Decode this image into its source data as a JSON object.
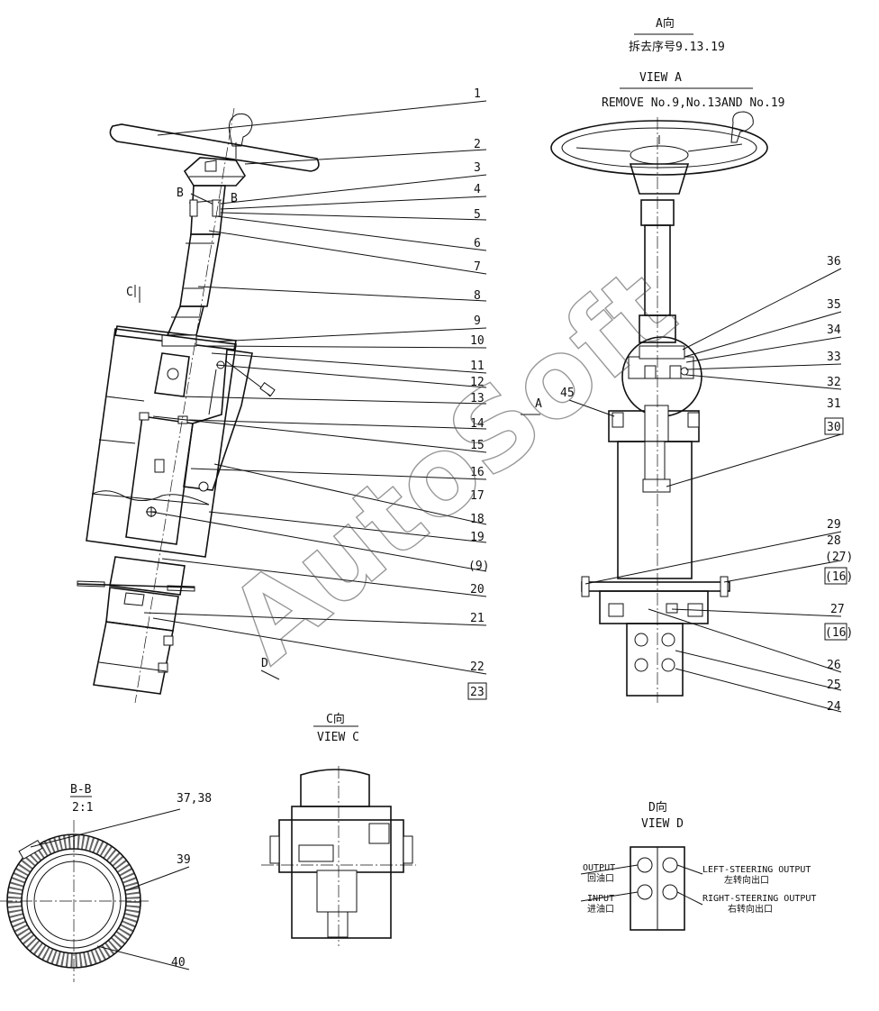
{
  "watermark": "AutoSoft",
  "view_a": {
    "title_cn": "A向",
    "note_cn": "拆去序号9.13.19",
    "title_en": "VIEW A",
    "note_en": "REMOVE No.9,No.13AND No.19",
    "arrow_label": "A"
  },
  "view_b": {
    "title": "B-B",
    "scale": "2:1"
  },
  "view_c": {
    "title_cn": "C向",
    "title_en": "VIEW C"
  },
  "view_d": {
    "title_cn": "D向",
    "title_en": "VIEW D",
    "ports": [
      {
        "en": "OUTPUT",
        "cn": "回油口"
      },
      {
        "en": "INPUT",
        "cn": "进油口"
      },
      {
        "en": "LEFT-STEERING OUTPUT",
        "cn": "左转向出口"
      },
      {
        "en": "RIGHT-STEERING OUTPUT",
        "cn": "右转向出口"
      }
    ]
  },
  "section_marks": {
    "b_left": "B",
    "b_right": "B",
    "c": "C",
    "d": "D"
  },
  "callouts_left": [
    "1",
    "2",
    "3",
    "4",
    "5",
    "6",
    "7",
    "8",
    "9",
    "10",
    "11",
    "12",
    "13",
    "14",
    "15",
    "16",
    "17",
    "18",
    "19",
    "(9)",
    "20",
    "21",
    "22",
    "23"
  ],
  "callouts_right": [
    "36",
    "35",
    "34",
    "33",
    "32",
    "31",
    "30",
    "29",
    "28",
    "(27)",
    "(16)",
    "27",
    "(16)",
    "26",
    "25",
    "24",
    "45"
  ],
  "callouts_section": [
    "37,38",
    "39",
    "40"
  ]
}
